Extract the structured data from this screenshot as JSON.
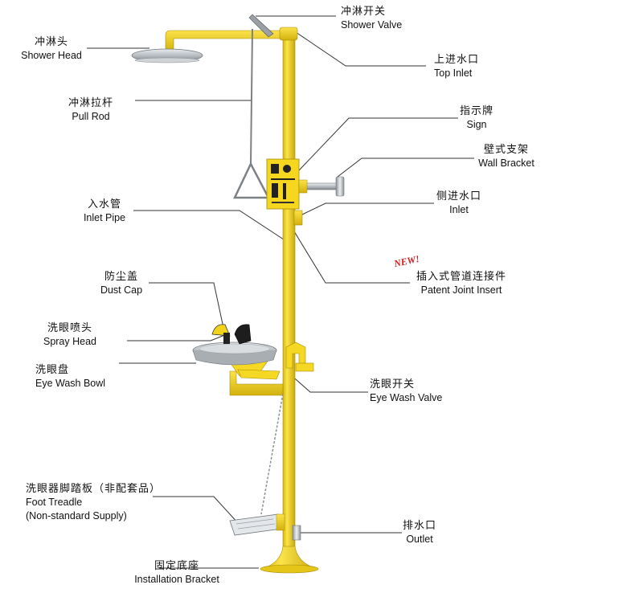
{
  "labels": {
    "shower_valve": {
      "zh": "冲淋开关",
      "en": "Shower Valve"
    },
    "shower_head": {
      "zh": "冲淋头",
      "en": "Shower Head"
    },
    "top_inlet": {
      "zh": "上进水口",
      "en": "Top Inlet"
    },
    "pull_rod": {
      "zh": "冲淋拉杆",
      "en": "Pull Rod"
    },
    "sign": {
      "zh": "指示牌",
      "en": "Sign"
    },
    "wall_bracket": {
      "zh": "壁式支架",
      "en": "Wall Bracket"
    },
    "inlet_pipe": {
      "zh": "入水管",
      "en": "Inlet Pipe"
    },
    "side_inlet": {
      "zh": "侧进水口",
      "en": "Inlet"
    },
    "patent_joint": {
      "zh": "插入式管道连接件",
      "en": "Patent Joint Insert"
    },
    "dust_cap": {
      "zh": "防尘盖",
      "en": "Dust Cap"
    },
    "spray_head": {
      "zh": "洗眼喷头",
      "en": "Spray Head"
    },
    "eye_wash_bowl": {
      "zh": "洗眼盘",
      "en": "Eye Wash Bowl"
    },
    "eye_wash_valve": {
      "zh": "洗眼开关",
      "en": "Eye Wash Valve"
    },
    "foot_treadle": {
      "zh": "洗眼器脚踏板（非配套品）",
      "en": "Foot Treadle",
      "en2": "(Non-standard Supply)"
    },
    "outlet": {
      "zh": "排水口",
      "en": "Outlet"
    },
    "installation_bracket": {
      "zh": "固定底座",
      "en": "Installation Bracket"
    }
  },
  "new_badge": "NEW!",
  "colors": {
    "body_yellow": "#f2d21a",
    "body_shade": "#c9a90c",
    "steel": "#b8bcc0",
    "leader": "#333333",
    "badge_red": "#d11a1a"
  }
}
